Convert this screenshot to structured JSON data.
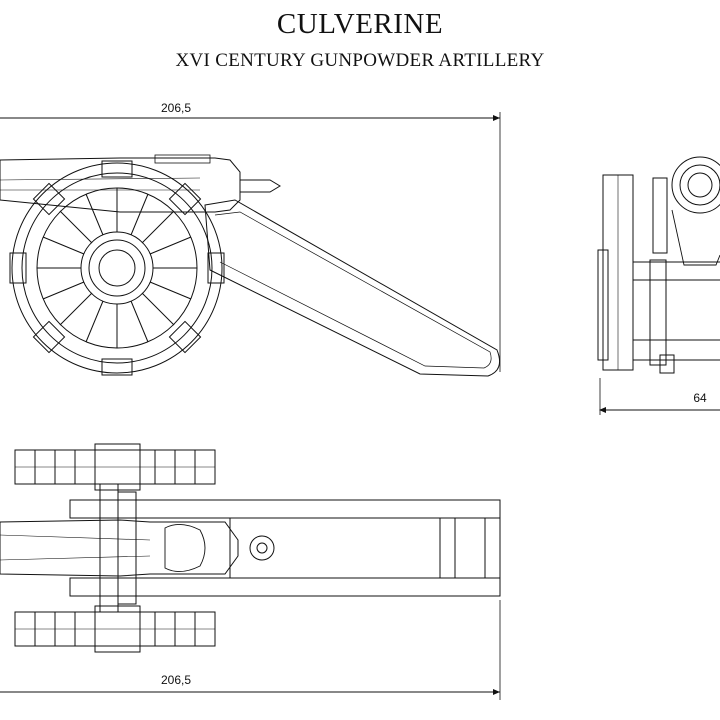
{
  "header": {
    "title": "CULVERINE",
    "subtitle": "XVI CENTURY GUNPOWDER ARTILLERY"
  },
  "dimensions": {
    "side_length": "206,5",
    "front_width": "64",
    "top_length": "206,5"
  },
  "colors": {
    "line": "#111111",
    "fill": "#ffffff"
  }
}
